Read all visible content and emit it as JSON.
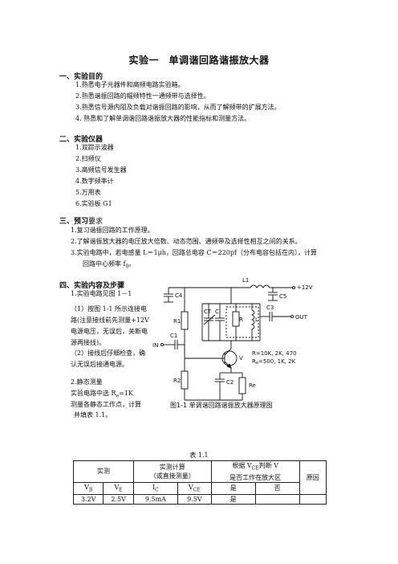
{
  "doc": {
    "title": "实验一　单调谐回路谐振放大器",
    "s1": {
      "heading": "一、实验目的",
      "items": [
        "1.熟悉电子元器件和高频电路实验箱。",
        "2.熟悉谐振回路的幅频特性一通频带与选择性。",
        "3.熟悉信号源内阻及负载对谐振回路的影响，从而了解频带的扩展方法。",
        "4. 熟悉和了解单调谐回路谐振放大器的性能指标和测量方法。"
      ]
    },
    "s2": {
      "heading": "二、实验仪器",
      "items": [
        "1.双踪示波器",
        "2.扫频仪",
        "3.高频信号发生器",
        "4.数字频率计",
        "5.万用表",
        "6.实验板 G1"
      ]
    },
    "s3": {
      "heading_bold": "三、预习",
      "heading_rest": "要求",
      "items": [
        "1.复习谐振回路的工作原理。",
        "2.了解谐振放大器的电压放大倍数、动态范围、通频带及选择性相互之间的关系。",
        "3.实验电路中，若电感量 L＝1μh，回路总电容 C＝220pf（分布电容包括在内），计算",
        "回路中心频率 f"
      ],
      "f0_sub": "0",
      "f0_tail": "。"
    },
    "s4": {
      "heading": "四、实验内容及步骤",
      "line1": "1.实验电路见图 1－1",
      "p1": "（1）按图 1-1 所示连接电路(注意接线前先测量+12V 电源电压，无误后，关断电源再接线)。",
      "p2": "（2）接线后仔细检查，确认无误后接通电源。",
      "static1": "2.静态测量",
      "static2a": "实验电路中选 R",
      "static2sub": "e",
      "static2b": "=1K",
      "static3": "测量各静态工作点，计算",
      "static4": "并填表 1.1。"
    },
    "figure": {
      "caption": "图1-1  单调谐回路谐振放大器原理图",
      "labels": {
        "L1": "L1",
        "v12": "+12V",
        "C4": "C4",
        "C5": "C5",
        "R1": "R1",
        "CT": "CT",
        "C": "C",
        "R": "R",
        "L": "L",
        "C3": "C3",
        "OUT": "OUT",
        "C1": "C1",
        "IN": "IN",
        "V": "V",
        "R2": "R2",
        "C2": "C2",
        "Re": "Re",
        "rvals": "R=10K, 2K, 470",
        "revals": "R",
        "revals_sub": "e",
        "revals_rest": "=500, 1K, 2K"
      }
    },
    "table": {
      "caption": "表 1.1",
      "h_measured": "实测",
      "h_calc1": "实测计算",
      "h_calc2": "（或直接测量）",
      "h_judge1a": "根据 V",
      "h_judge1sub": "CE",
      "h_judge1b": "判断 V",
      "h_judge2": "是否工作在放大区",
      "h_reason": "原因",
      "sub": {
        "vb": "V",
        "vb_s": "B",
        "ve": "V",
        "ve_s": "E",
        "ic": "I",
        "ic_s": "C",
        "vce": "V",
        "vce_s": "CE",
        "yes": "是",
        "no": "否"
      },
      "row": {
        "vb": "3.2V",
        "ve": "2.5V",
        "ic": "9.5mA",
        "vce": "9.5V",
        "yes": "是"
      }
    }
  }
}
